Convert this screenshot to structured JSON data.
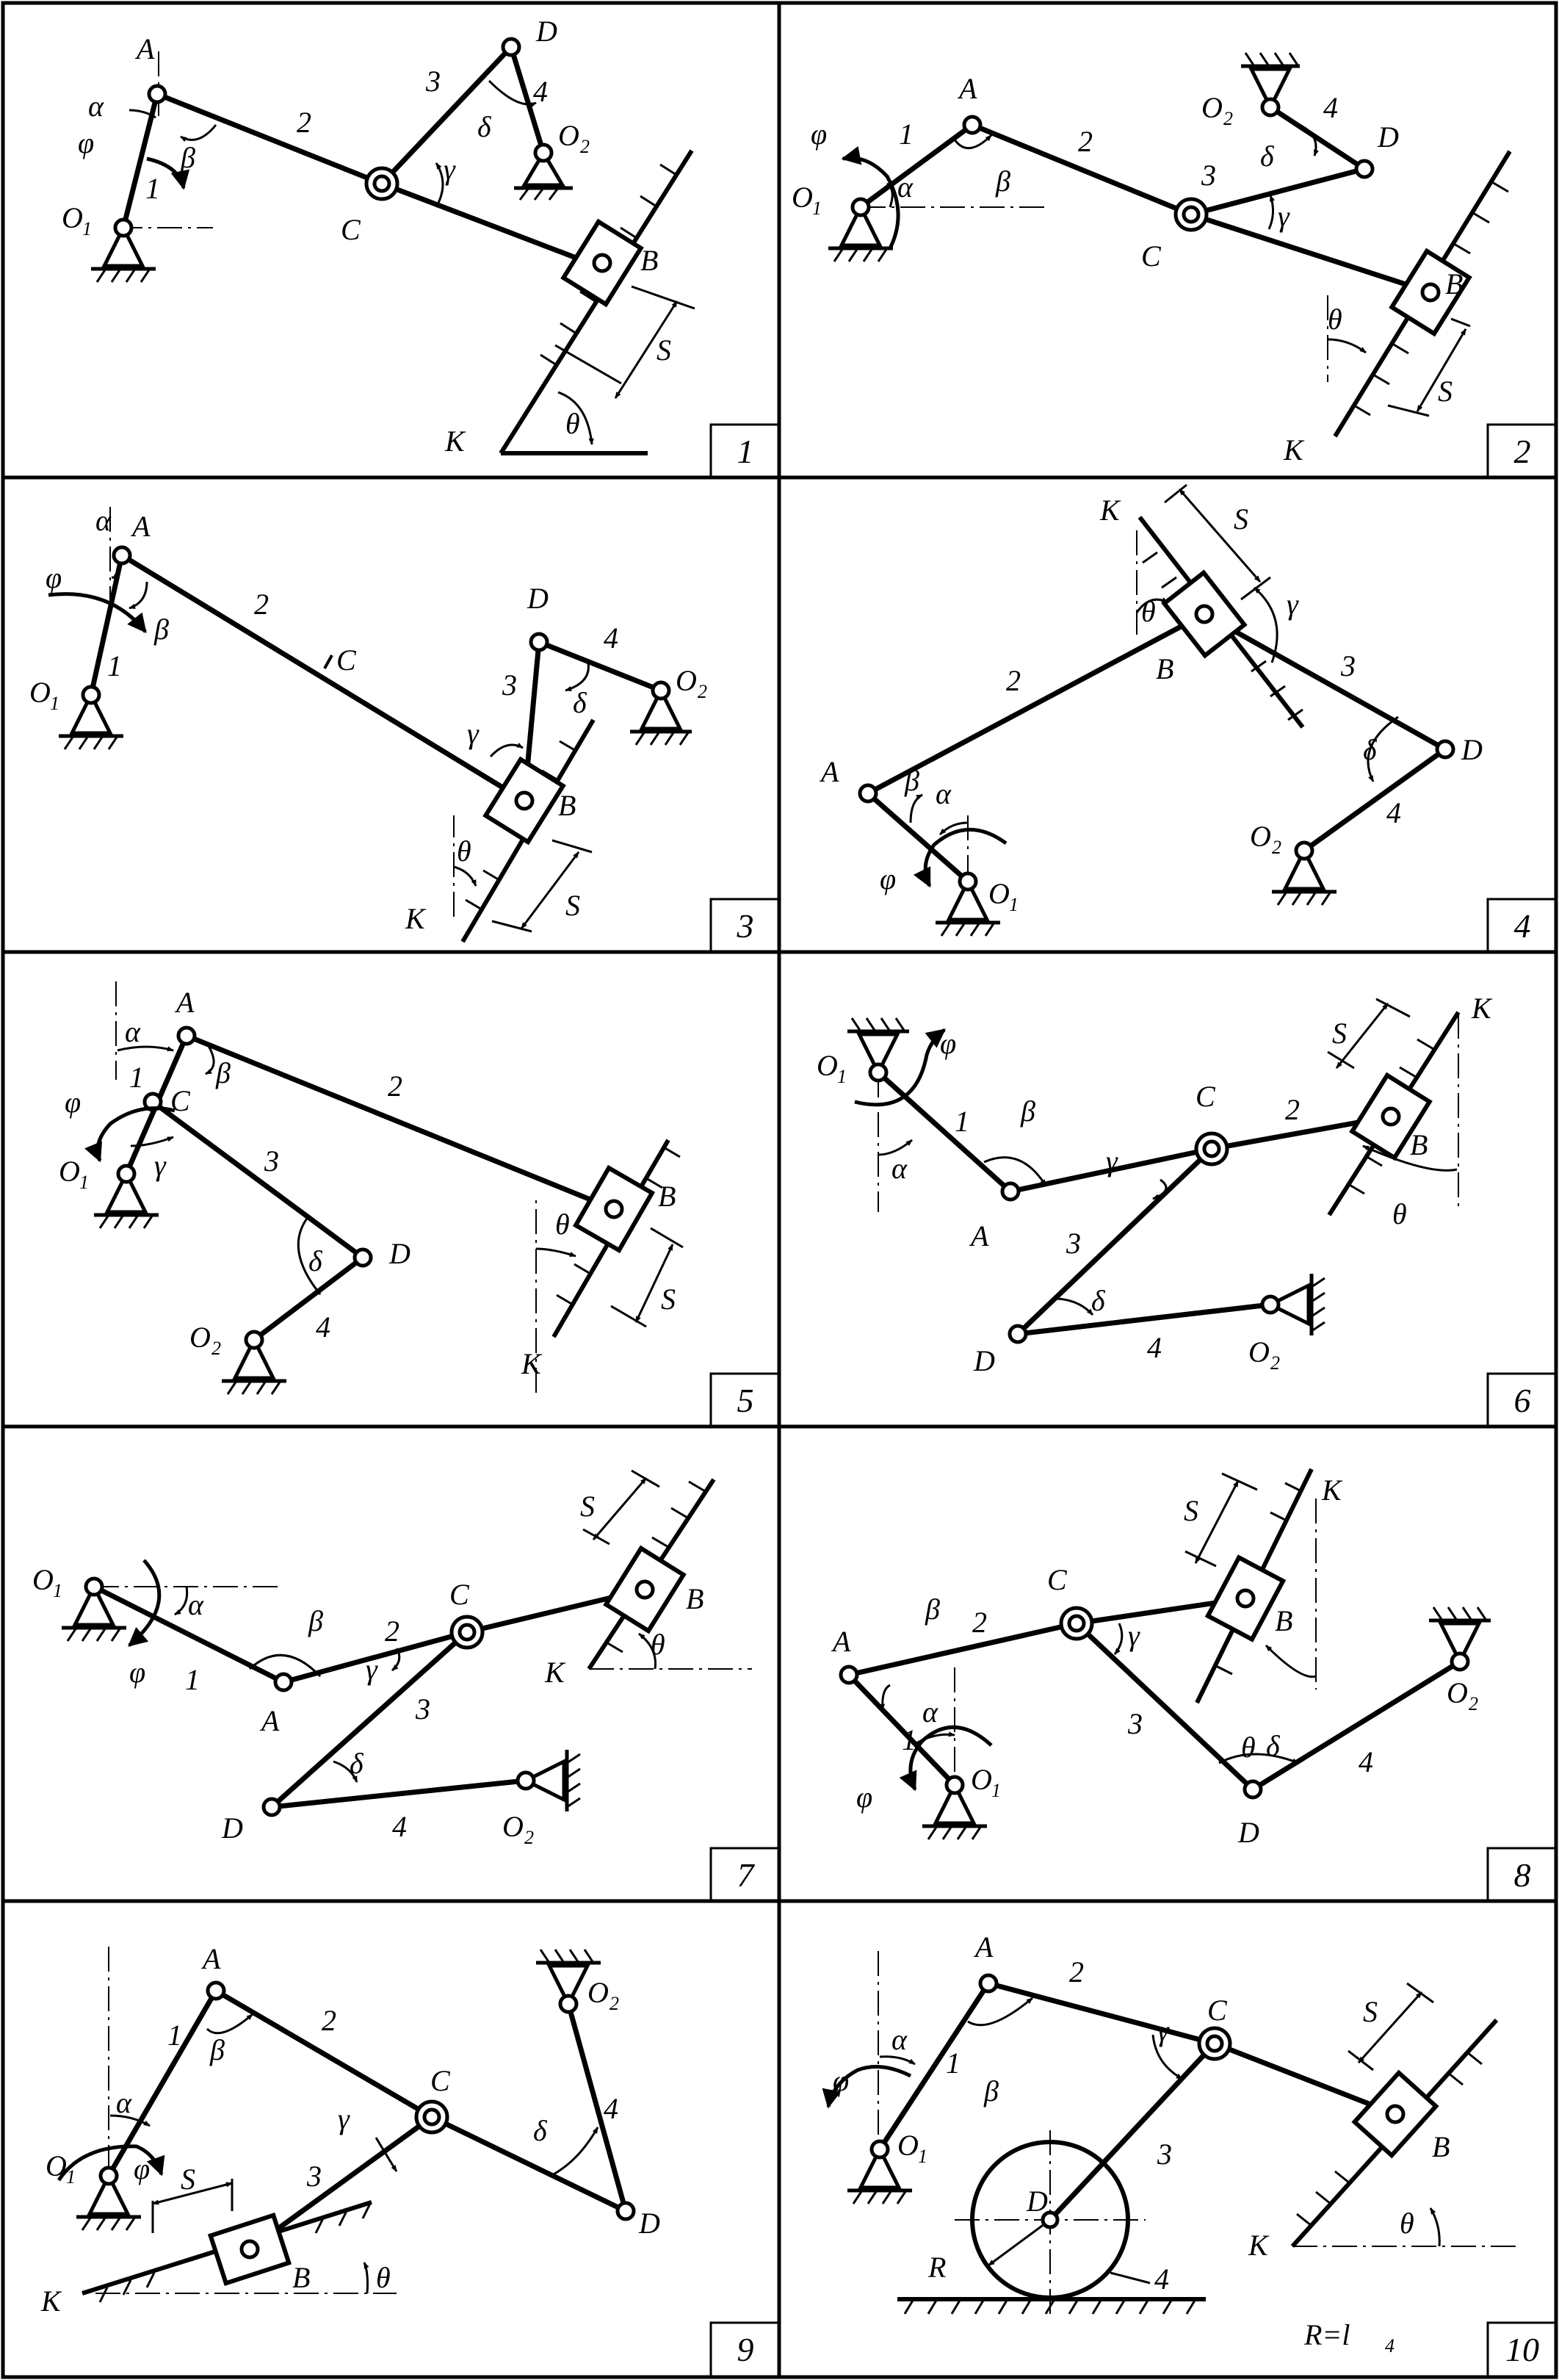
{
  "panels": [
    {
      "number": "1",
      "labels": {
        "A": "A",
        "C": "C",
        "D": "D",
        "O1": "O",
        "O1sub": "1",
        "O2": "O",
        "O2sub": "2",
        "B": "B",
        "K": "K",
        "S": "S",
        "alpha": "α",
        "phi": "φ",
        "beta": "β",
        "gamma": "γ",
        "delta": "δ",
        "theta": "θ",
        "l1": "1",
        "l2": "2",
        "l3": "3",
        "l4": "4"
      }
    },
    {
      "number": "2",
      "labels": {
        "A": "A",
        "C": "C",
        "D": "D",
        "O1": "O",
        "O1sub": "1",
        "O2": "O",
        "O2sub": "2",
        "B": "B",
        "K": "K",
        "S": "S",
        "alpha": "α",
        "phi": "φ",
        "beta": "β",
        "gamma": "γ",
        "delta": "δ",
        "theta": "θ",
        "l1": "1",
        "l2": "2",
        "l3": "3",
        "l4": "4"
      }
    },
    {
      "number": "3",
      "labels": {
        "A": "A",
        "C": "C",
        "D": "D",
        "O1": "O",
        "O1sub": "1",
        "O2": "O",
        "O2sub": "2",
        "B": "B",
        "K": "K",
        "S": "S",
        "alpha": "α",
        "phi": "φ",
        "beta": "β",
        "gamma": "γ",
        "delta": "δ",
        "theta": "θ",
        "l1": "1",
        "l2": "2",
        "l3": "3",
        "l4": "4"
      }
    },
    {
      "number": "4",
      "labels": {
        "A": "A",
        "D": "D",
        "O1": "O",
        "O1sub": "1",
        "O2": "O",
        "O2sub": "2",
        "B": "B",
        "K": "K",
        "S": "S",
        "alpha": "α",
        "phi": "φ",
        "beta": "β",
        "gamma": "γ",
        "delta": "δ",
        "theta": "θ",
        "l2": "2",
        "l3": "3",
        "l4": "4"
      }
    },
    {
      "number": "5",
      "labels": {
        "A": "A",
        "C": "C",
        "D": "D",
        "O1": "O",
        "O1sub": "1",
        "O2": "O",
        "O2sub": "2",
        "B": "B",
        "K": "K",
        "S": "S",
        "alpha": "α",
        "phi": "φ",
        "beta": "β",
        "gamma": "γ",
        "delta": "δ",
        "theta": "θ",
        "l1": "1",
        "l2": "2",
        "l3": "3",
        "l4": "4"
      }
    },
    {
      "number": "6",
      "labels": {
        "A": "A",
        "C": "C",
        "D": "D",
        "O1": "O",
        "O1sub": "1",
        "O2": "O",
        "O2sub": "2",
        "B": "B",
        "K": "K",
        "S": "S",
        "alpha": "α",
        "phi": "φ",
        "beta": "β",
        "gamma": "γ",
        "delta": "δ",
        "theta": "θ",
        "l1": "1",
        "l2": "2",
        "l3": "3",
        "l4": "4"
      }
    },
    {
      "number": "7",
      "labels": {
        "A": "A",
        "C": "C",
        "D": "D",
        "O1": "O",
        "O1sub": "1",
        "O2": "O",
        "O2sub": "2",
        "B": "B",
        "K": "K",
        "S": "S",
        "alpha": "α",
        "phi": "φ",
        "beta": "β",
        "gamma": "γ",
        "delta": "δ",
        "theta": "θ",
        "l1": "1",
        "l2": "2",
        "l3": "3",
        "l4": "4"
      }
    },
    {
      "number": "8",
      "labels": {
        "A": "A",
        "C": "C",
        "D": "D",
        "O1": "O",
        "O1sub": "1",
        "O2": "O",
        "O2sub": "2",
        "B": "B",
        "K": "K",
        "S": "S",
        "alpha": "α",
        "phi": "φ",
        "beta": "β",
        "gamma": "γ",
        "delta": "δ",
        "theta": "θ",
        "l1": "1",
        "l2": "2",
        "l3": "3",
        "l4": "4"
      }
    },
    {
      "number": "9",
      "labels": {
        "A": "A",
        "C": "C",
        "D": "D",
        "O1": "O",
        "O1sub": "1",
        "O2": "O",
        "O2sub": "2",
        "B": "B",
        "K": "K",
        "S": "S",
        "alpha": "α",
        "phi": "φ",
        "beta": "β",
        "gamma": "γ",
        "delta": "δ",
        "theta": "θ",
        "l1": "1",
        "l2": "2",
        "l3": "3",
        "l4": "4"
      }
    },
    {
      "number": "10",
      "labels": {
        "A": "A",
        "C": "C",
        "D": "D",
        "O1": "O",
        "O1sub": "1",
        "B": "B",
        "K": "K",
        "S": "S",
        "R": "R",
        "alpha": "α",
        "phi": "φ",
        "beta": "β",
        "gamma": "γ",
        "theta": "θ",
        "l1": "1",
        "l2": "2",
        "l3": "3",
        "l4": "4",
        "note": "R=l",
        "noteSub": "4"
      }
    }
  ]
}
